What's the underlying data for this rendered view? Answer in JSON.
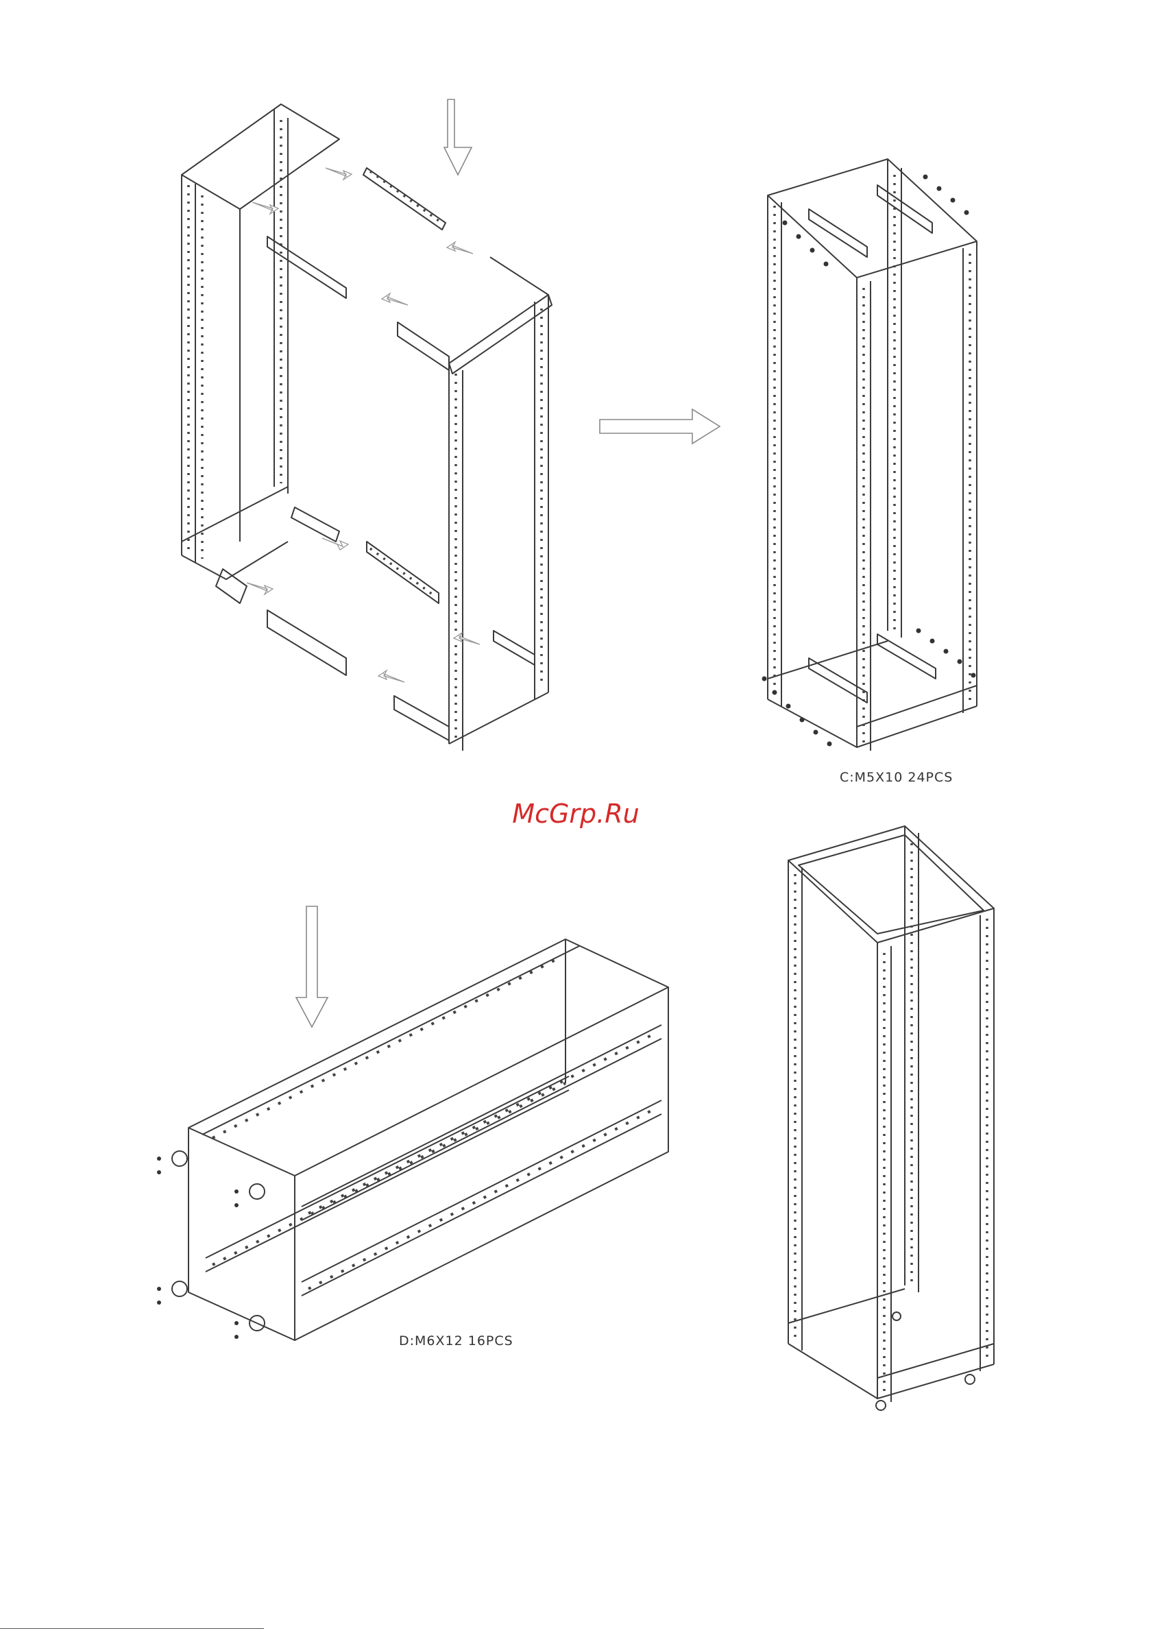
{
  "labels": {
    "step_c": "C:M5X10  24PCS",
    "step_d": "D:M6X12  16PCS"
  },
  "watermark": "McGrp.Ru",
  "colors": {
    "line": "#3a3a3a",
    "watermark": "#d62a2a",
    "arrow_outline": "#888888"
  }
}
